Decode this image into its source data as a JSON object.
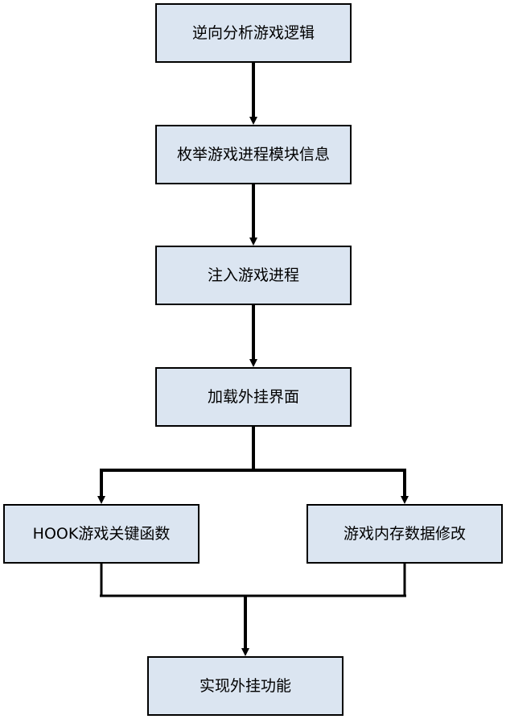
{
  "diagram": {
    "type": "flowchart",
    "colors": {
      "node_fill": "#dbe5f1",
      "node_border": "#000000",
      "connector": "#000000"
    },
    "nodes": [
      {
        "id": "n1",
        "label": "逆向分析游戏逻辑"
      },
      {
        "id": "n2",
        "label": "枚举游戏进程模块信息"
      },
      {
        "id": "n3",
        "label": "注入游戏进程"
      },
      {
        "id": "n4",
        "label": "加载外挂界面"
      },
      {
        "id": "n5",
        "label": "HOOK游戏关键函数"
      },
      {
        "id": "n6",
        "label": "游戏内存数据修改"
      },
      {
        "id": "n7",
        "label": "实现外挂功能"
      }
    ],
    "edges": [
      {
        "from": "n1",
        "to": "n2"
      },
      {
        "from": "n2",
        "to": "n3"
      },
      {
        "from": "n3",
        "to": "n4"
      },
      {
        "from": "n4",
        "to": "n5"
      },
      {
        "from": "n4",
        "to": "n6"
      },
      {
        "from": "n5",
        "to": "n7"
      },
      {
        "from": "n6",
        "to": "n7"
      }
    ]
  }
}
